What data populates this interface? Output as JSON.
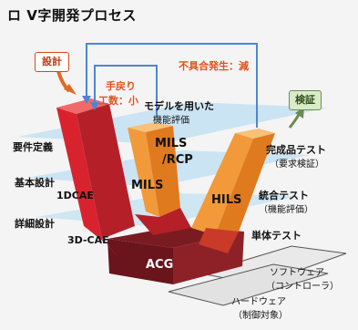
{
  "title": "ロ V字開発プロセス",
  "boxes": {
    "design": "設計",
    "verify": "検証"
  },
  "annotations": {
    "rework": "手戻り",
    "effort": "工数：小",
    "defect": "不具合発生：減"
  },
  "left_levels": {
    "requirements": "要件定義",
    "basic": "基本設計",
    "basic_tool": "1DCAE",
    "detailed": "詳細設計",
    "detailed_tool": "3D-CAE"
  },
  "right_levels": {
    "final_test": "完成品テスト",
    "final_test_sub": "（要求検証）",
    "integration": "統合テスト",
    "integration_sub": "（機能評価）",
    "unit": "単体テスト"
  },
  "blocks": {
    "model_eval_line1": "モデルを用いた",
    "model_eval_line2": "機能評価",
    "mils_rcp_line1": "MILS",
    "mils_rcp_line2": "/RCP",
    "mils": "MILS",
    "hils": "HILS",
    "acg": "ACG"
  },
  "layers": {
    "software": "ソフトウェア",
    "software_sub": "（コントローラ）",
    "hardware": "ハードウェア",
    "hardware_sub": "（制御対象）"
  },
  "colors": {
    "red": "#e8303a",
    "dark_red": "#9a1f26",
    "orange": "#f39a37",
    "light_orange": "#f8b868",
    "blue_line": "#4c86d6",
    "plane_blue": "#9fd0ef",
    "arrow_orange": "#e06a26"
  }
}
